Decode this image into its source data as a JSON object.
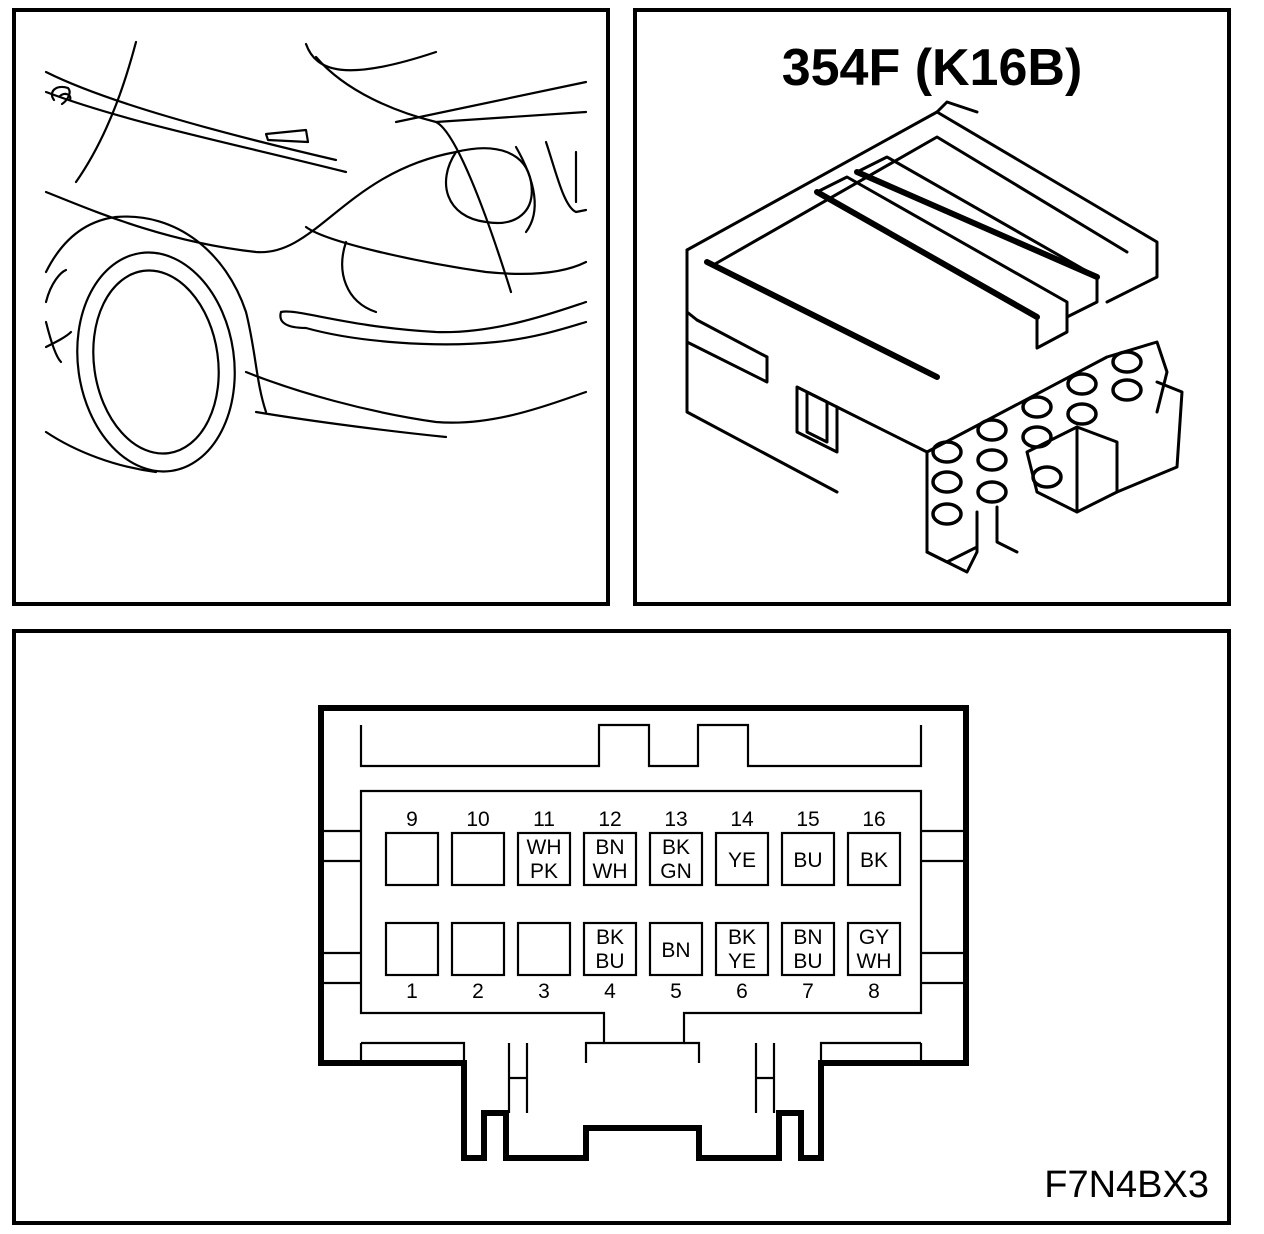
{
  "connector": {
    "title": "354F (K16B)",
    "diagram_ref": "F7N4BX3",
    "pins_top": [
      {
        "number": "9",
        "colors": []
      },
      {
        "number": "10",
        "colors": []
      },
      {
        "number": "11",
        "colors": [
          "WH",
          "PK"
        ]
      },
      {
        "number": "12",
        "colors": [
          "BN",
          "WH"
        ]
      },
      {
        "number": "13",
        "colors": [
          "BK",
          "GN"
        ]
      },
      {
        "number": "14",
        "colors": [
          "YE"
        ]
      },
      {
        "number": "15",
        "colors": [
          "BU"
        ]
      },
      {
        "number": "16",
        "colors": [
          "BK"
        ]
      }
    ],
    "pins_bottom": [
      {
        "number": "1",
        "colors": []
      },
      {
        "number": "2",
        "colors": []
      },
      {
        "number": "3",
        "colors": []
      },
      {
        "number": "4",
        "colors": [
          "BK",
          "BU"
        ]
      },
      {
        "number": "5",
        "colors": [
          "BN"
        ]
      },
      {
        "number": "6",
        "colors": [
          "BK",
          "YE"
        ]
      },
      {
        "number": "7",
        "colors": [
          "BN",
          "BU"
        ]
      },
      {
        "number": "8",
        "colors": [
          "GY",
          "WH"
        ]
      }
    ]
  },
  "colors": {
    "line": "#000000",
    "background": "#ffffff"
  },
  "icons": {
    "location_view": "vehicle-rear-quarter-illustration",
    "connector_view": "connector-isometric-illustration"
  }
}
